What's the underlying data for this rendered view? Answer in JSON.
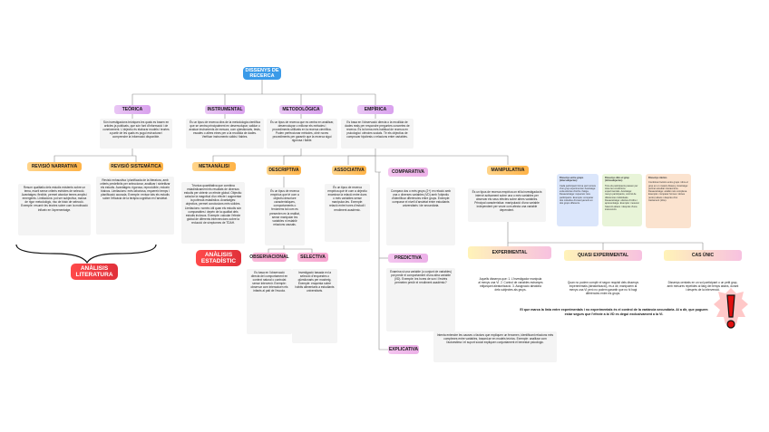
{
  "title": "DISSENYS DE RECERCA",
  "level1": {
    "teorica": "TEÒRICA",
    "instrumental": "INSTRUMENTAL",
    "metodologica": "METODOLÒGICA",
    "empirica": "EMPÍRICA"
  },
  "level1_desc": {
    "teorica": "Són investigacions teòriques les quals es basen en articles ja publicats, que són font d'informació i de coneixement. L'objectiu és elaborar models i teories a partir de les quals es pugui estructurar i comprendre la informació disponible.",
    "instrumental": "És un tipus de recerca dins de la metodologia científica que se centra principalment en desenvolupar, validar o avaluar instruments de mesura, com qüestionaris, tests, escales o altres eines per a la recollida de dades. Verificar instruments vàlids i fiables.",
    "metodologica": "És un tipus de recerca que es centra en analitzar, desenvolupar o millorar els mètodes i procediments utilitzats en la recerca científica. Poden perfeccionar mètodes, obrir noves procediments per garantir que la recerca sigui rigorosa i fiable.",
    "empirica": "Es basa en l'observació directa o la recollida de dades reals per respondre preguntes concretes de recerca. És la forma més habitual de recerca en psicologia i ciències socials. Té els objectius de comprovar hipòtesis o relacions entre variables."
  },
  "teorica_children": {
    "narrativa": "REVISIÓ NARRATIVA",
    "sistematica": "REVISIÓ SISTEMÀTICA",
    "narrativa_desc": "Resum qualitatiu dels estudis existents sobre un tema, escrit sense criteris estrictes de selecció. Avantatges: flexible, permet abordar temes amplis i emergents. Limitacions: pot ser subjectiva, manca de rigor metodològic, risc de biaix de selecció. Exemple: resumir les teories sobre com la motivació influeix en l'aprenentatge.",
    "sistematica_desc": "Revisió exhaustiva i planificada de la literatura, amb criteris predefinits per seleccionar, analitzar i sintetitzar els estudis. Avantatges: rigorosa, reproduïble, redueix biaixos. Limitacions: més laboriosa, requereix temps i planificació acurada. Exemple: revisar tots els estudis sobre l'eficàcia de la teràpia cognitiva en l'ansietat."
  },
  "metodologica_children": {
    "metaanalisi": "METAANÀLISI",
    "metaanalisi_desc": "Tècnica quantitativa que combina estadísticament els resultats de diversos estudis per obtenir un efecte global. Objectiu: calcular la magnitud d'un efecte i augmentar la potència estadística. Avantatges: objectiva, permet conclusions més sòlides. Limitacions: només útil quan els estudis són comparables i depèn de la qualitat dels estudis inclosos. Exemple: calcular l'efecte global de diferents intervencions sobre la reducció de símptomes de TDAH."
  },
  "analysis_labels": {
    "literatura": "ANÀLISIS LITERATURA",
    "estadistic": "ANÀLISIS ESTADÍSTIC"
  },
  "empirica_children": {
    "descriptiva": "DESCRIPTIVA",
    "associativa": "ASSOCIATIVA",
    "comparativa": "COMPARATIVA",
    "predictiva": "PREDICTIVA",
    "explicativa": "EXPLICATIVA",
    "manipulativa": "MANIPULATIVA"
  },
  "empirica_desc": {
    "descriptiva": "És un tipus de recerca empírica que té com a objectiu descriure característiques, comportaments o fenòmens tal com es presenten en la realitat, sense manipular les variables ni establir relacions causals.",
    "associativa": "És un tipus de recerca empírica que té com a objectiu examinar la relació entre dues o més variables sense manipular-les. Exemple: relació entre hores d'estudi i rendiment acadèmic.",
    "comparativa": "Compara dos o més grups (2+) en relació amb una o diverses variables (VD) amb l'objectiu d'identificar diferències entre grups. Exemple: comparar el nivell d'ansietat entre estudiants universitaris i de secundària.",
    "predictiva": "Examina si una variable (o conjunt de variables) pot predir el comportament d'una altra variable (VD). Exemple: les hores de son i l'estrès permeten predir el rendiment acadèmic?",
    "explicativa": "Intenta entendre les causes o factors que expliquen un fenomen, identificant relacions més complexes entre variables, basant-se en models teòrics. Exemple: analitzar com l'autoestima i el suport social expliquen conjuntament el benestar psicològic.",
    "manipulativa": "És un tipus de recerca empírica on el/la investigador/a intervé activament sobre una o més variables per observar els seus efectes sobre altres variables. Principal característica: manipulació d'una variable independent per veure com afecta una variable dependent."
  },
  "descriptiva_children": {
    "observacional": "OBSERVACIONAL",
    "selectiva": "SELECTIVA",
    "observacional_desc": "Es basa en l'observació directa del comportament en context natural o controlat sense intervenir. Exemple: observar com interactuen els infants al pati de l'escola.",
    "selectiva_desc": "Investigació basada en la selecció d'enquestes o qüestionaris per mostreig. Exemple: enquesta sobre hàbits alimentaris a estudiants universitaris."
  },
  "manipulativa_children": {
    "experimental": "EXPERIMENTAL",
    "quasi": "QUASI EXPERIMENTAL",
    "cas_unic": "CAS ÚNIC",
    "experimental_desc": "Aquells dissenys que: 1. L'investigador manipula al menys una VI. 2. Control de variables estranyes mitjançant aleatorització. 3. Assignació aleatòria dels subjectes als grups.",
    "quasi_desc": "Quan no podem complir el segon requisit dels dissenys experimentals (aleatorització), és a dir, manipulem al menys una VI però no podem garantir que no hi hagi diferències entre els grups.",
    "cas_unic_desc": "Dissenys centrats en un sol participant o un petit grup, amb mesures repetides al llarg del temps abans, durant i després de la intervenció."
  },
  "mini_cards": {
    "card1_title": "Dissenys entre grups (intersubjectes)",
    "card1_body": "Cada participant forma part només d'un grup experimental. Avantatge: evita efectes d'ordre i fatiga. Desavantatge: requereix més participants. Exemple: comparar dos mètodes d'ensenyament en dos grups diferents.",
    "card2_title": "Dissenys dins el grup (intrasubjectes)",
    "card2_body": "Tots els participants passen per totes les condicions experimentals. Avantatge: menys participants, control de diferències individuals. Desavantatge: efectes d'ordre i aprenentatge. Exemple: mesurar l'atenció abans i després d'una intervenció.",
    "card3_title": "Dissenys mixtos",
    "card3_body": "Combinen factors entre grups i dins el grup en un mateix disseny. Avantatge: permet estudiar interaccions. Desavantatge: anàlisi més complexa. Exemple: comparar homes i dones (entre) abans i després d'un tractament (dins)."
  },
  "key_note": "El que marca la línia entre experimentals i no experimentals és el control de la variància secundària. Al a dir, que puguem estar segurs que l'efecte a la VD es degui exclusivament a la VI."
}
